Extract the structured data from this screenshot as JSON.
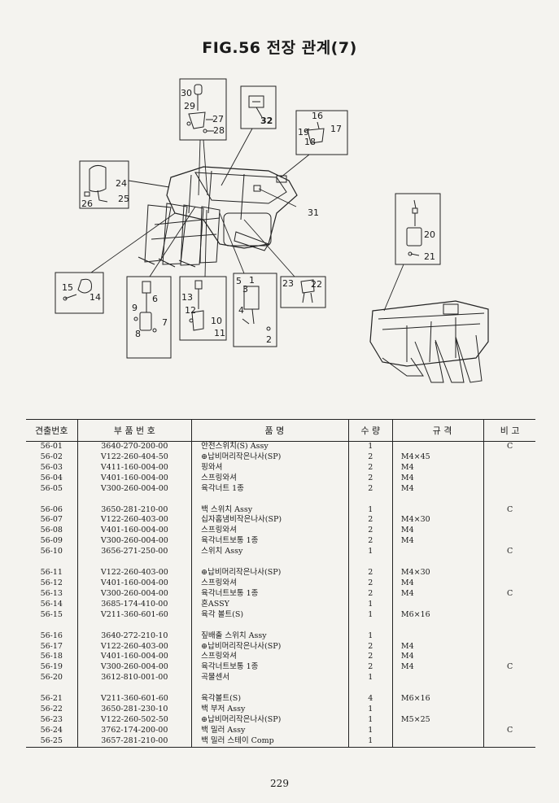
{
  "title": "FIG.56 전장 관계(7)",
  "diagram_callouts": [
    "30",
    "29",
    "27",
    "28",
    "32",
    "16",
    "19",
    "17",
    "18",
    "24",
    "26",
    "25",
    "31",
    "20",
    "21",
    "15",
    "14",
    "6",
    "9",
    "8",
    "7",
    "13",
    "12",
    "10",
    "11",
    "5",
    "1",
    "3",
    "4",
    "2",
    "23",
    "22"
  ],
  "table": {
    "headers": [
      "견출번호",
      "부 품 번 호",
      "품 명",
      "수 량",
      "규 격",
      "비 고"
    ],
    "groups": [
      [
        {
          "no": "56-01",
          "part": "3640-270-200-00",
          "name": "안전스위치(S) Assy",
          "qty": "1",
          "spec": "",
          "note": "C"
        },
        {
          "no": "56-02",
          "part": "V122-260-404-50",
          "name": "⊕납비머리작은나사(SP)",
          "qty": "2",
          "spec": "M4×45",
          "note": ""
        },
        {
          "no": "56-03",
          "part": "V411-160-004-00",
          "name": "핑와셔",
          "qty": "2",
          "spec": "M4",
          "note": ""
        },
        {
          "no": "56-04",
          "part": "V401-160-004-00",
          "name": "스프링와셔",
          "qty": "2",
          "spec": "M4",
          "note": ""
        },
        {
          "no": "56-05",
          "part": "V300-260-004-00",
          "name": "육각너트 1종",
          "qty": "2",
          "spec": "M4",
          "note": ""
        }
      ],
      [
        {
          "no": "56-06",
          "part": "3650-281-210-00",
          "name": "백 스위치 Assy",
          "qty": "1",
          "spec": "",
          "note": "C"
        },
        {
          "no": "56-07",
          "part": "V122-260-403-00",
          "name": "십자홈냄비작은나사(SP)",
          "qty": "2",
          "spec": "M4×30",
          "note": ""
        },
        {
          "no": "56-08",
          "part": "V401-160-004-00",
          "name": "스프링와셔",
          "qty": "2",
          "spec": "M4",
          "note": ""
        },
        {
          "no": "56-09",
          "part": "V300-260-004-00",
          "name": "육각너트보통 1종",
          "qty": "2",
          "spec": "M4",
          "note": ""
        },
        {
          "no": "56-10",
          "part": "3656-271-250-00",
          "name": "스위치 Assy",
          "qty": "1",
          "spec": "",
          "note": "C"
        }
      ],
      [
        {
          "no": "56-11",
          "part": "V122-260-403-00",
          "name": "⊕납비머리작은나사(SP)",
          "qty": "2",
          "spec": "M4×30",
          "note": ""
        },
        {
          "no": "56-12",
          "part": "V401-160-004-00",
          "name": "스프링와셔",
          "qty": "2",
          "spec": "M4",
          "note": ""
        },
        {
          "no": "56-13",
          "part": "V300-260-004-00",
          "name": "육각너트보통 1종",
          "qty": "2",
          "spec": "M4",
          "note": "C"
        },
        {
          "no": "56-14",
          "part": "3685-174-410-00",
          "name": "혼ASSY",
          "qty": "1",
          "spec": "",
          "note": ""
        },
        {
          "no": "56-15",
          "part": "V211-360-601-60",
          "name": "육각 볼트(S)",
          "qty": "1",
          "spec": "M6×16",
          "note": ""
        }
      ],
      [
        {
          "no": "56-16",
          "part": "3640-272-210-10",
          "name": "짚배출 스위치 Assy",
          "qty": "1",
          "spec": "",
          "note": ""
        },
        {
          "no": "56-17",
          "part": "V122-260-403-00",
          "name": "⊕납비머리작은나사(SP)",
          "qty": "2",
          "spec": "M4",
          "note": ""
        },
        {
          "no": "56-18",
          "part": "V401-160-004-00",
          "name": "스프링와셔",
          "qty": "2",
          "spec": "M4",
          "note": ""
        },
        {
          "no": "56-19",
          "part": "V300-260-004-00",
          "name": "육각너트보통 1종",
          "qty": "2",
          "spec": "M4",
          "note": "C"
        },
        {
          "no": "56-20",
          "part": "3612-810-001-00",
          "name": "곡물센서",
          "qty": "1",
          "spec": "",
          "note": ""
        }
      ],
      [
        {
          "no": "56-21",
          "part": "V211-360-601-60",
          "name": "육각볼트(S)",
          "qty": "4",
          "spec": "M6×16",
          "note": ""
        },
        {
          "no": "56-22",
          "part": "3650-281-230-10",
          "name": "백 부저 Assy",
          "qty": "1",
          "spec": "",
          "note": ""
        },
        {
          "no": "56-23",
          "part": "V122-260-502-50",
          "name": "⊕납비머리작은나사(SP)",
          "qty": "1",
          "spec": "M5×25",
          "note": ""
        },
        {
          "no": "56-24",
          "part": "3762-174-200-00",
          "name": "백 밀러 Assy",
          "qty": "1",
          "spec": "",
          "note": "C"
        },
        {
          "no": "56-25",
          "part": "3657-281-210-00",
          "name": "백 밀러 스테이 Comp",
          "qty": "1",
          "spec": "",
          "note": ""
        }
      ]
    ]
  },
  "page_number": "229"
}
